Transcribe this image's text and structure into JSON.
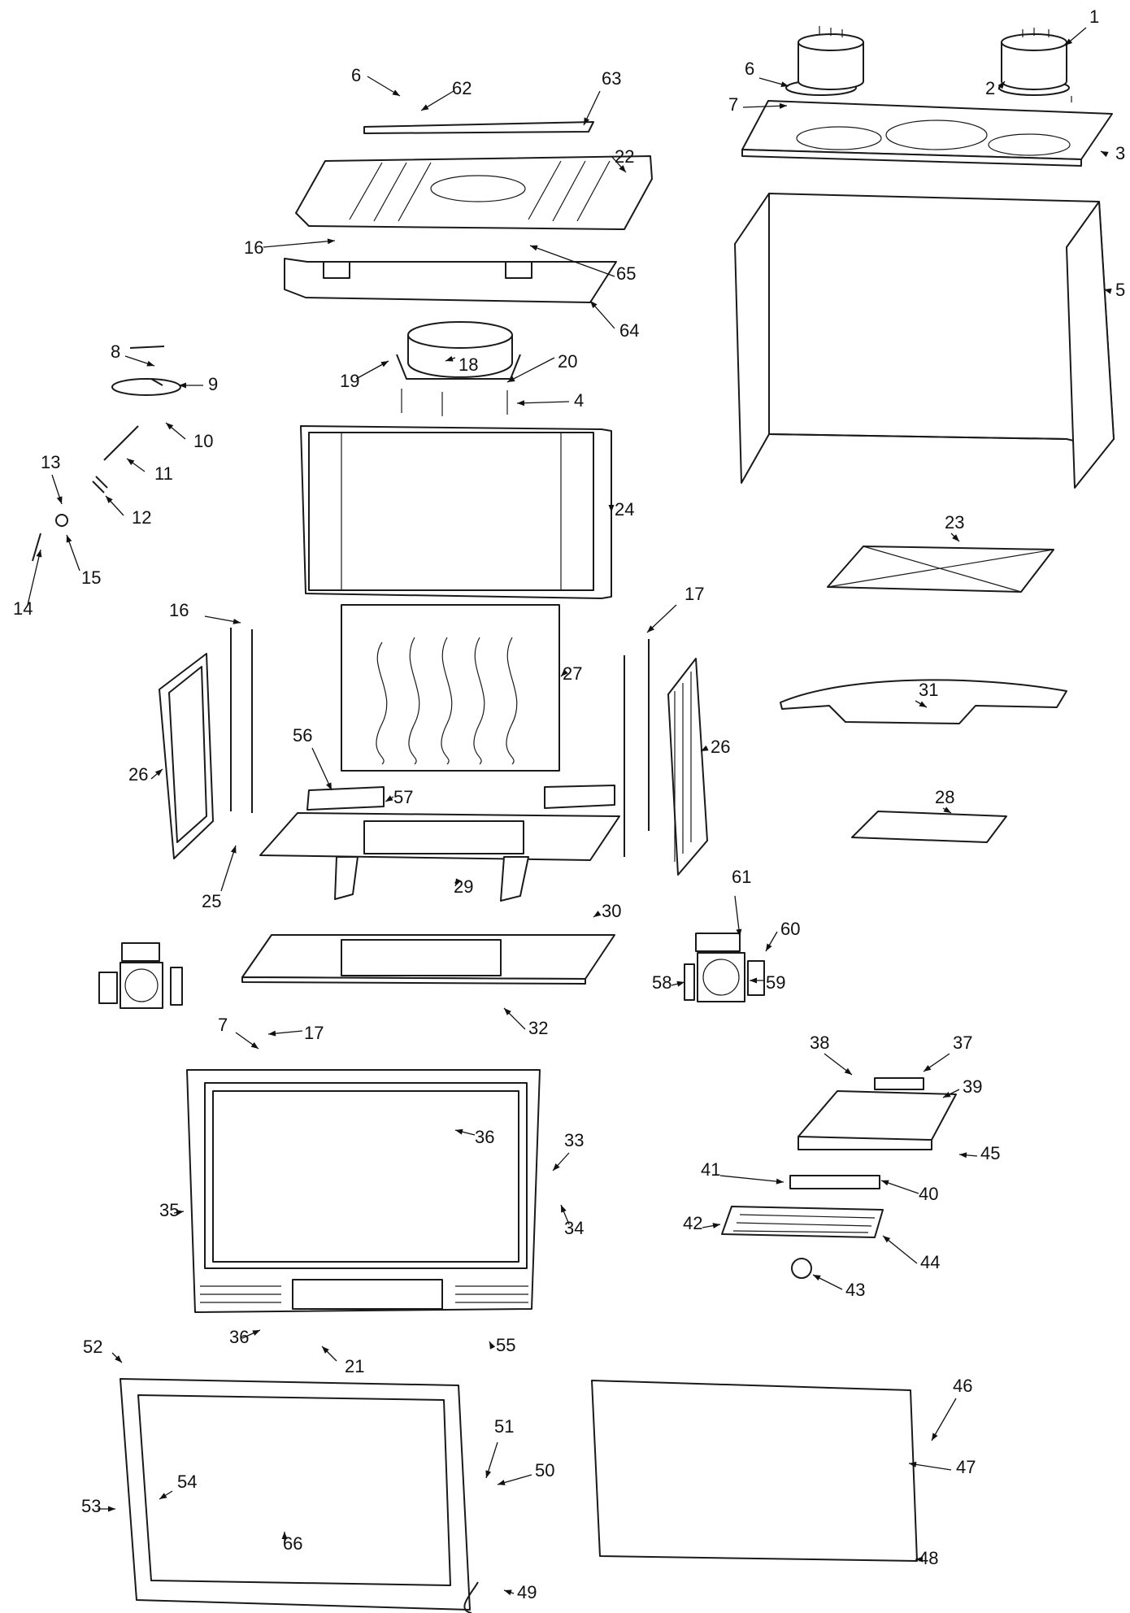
{
  "callouts": [
    {
      "label": "1"
    },
    {
      "label": "2"
    },
    {
      "label": "3"
    },
    {
      "label": "4"
    },
    {
      "label": "5"
    },
    {
      "label": "6"
    },
    {
      "label": "6"
    },
    {
      "label": "7"
    },
    {
      "label": "7"
    },
    {
      "label": "8"
    },
    {
      "label": "9"
    },
    {
      "label": "10"
    },
    {
      "label": "11"
    },
    {
      "label": "12"
    },
    {
      "label": "13"
    },
    {
      "label": "14"
    },
    {
      "label": "15"
    },
    {
      "label": "16"
    },
    {
      "label": "16"
    },
    {
      "label": "17"
    },
    {
      "label": "17"
    },
    {
      "label": "18"
    },
    {
      "label": "19"
    },
    {
      "label": "20"
    },
    {
      "label": "21"
    },
    {
      "label": "22"
    },
    {
      "label": "23"
    },
    {
      "label": "24"
    },
    {
      "label": "25"
    },
    {
      "label": "26"
    },
    {
      "label": "26"
    },
    {
      "label": "27"
    },
    {
      "label": "28"
    },
    {
      "label": "29"
    },
    {
      "label": "30"
    },
    {
      "label": "31"
    },
    {
      "label": "32"
    },
    {
      "label": "33"
    },
    {
      "label": "34"
    },
    {
      "label": "35"
    },
    {
      "label": "36"
    },
    {
      "label": "36"
    },
    {
      "label": "37"
    },
    {
      "label": "38"
    },
    {
      "label": "39"
    },
    {
      "label": "40"
    },
    {
      "label": "41"
    },
    {
      "label": "42"
    },
    {
      "label": "43"
    },
    {
      "label": "44"
    },
    {
      "label": "45"
    },
    {
      "label": "46"
    },
    {
      "label": "47"
    },
    {
      "label": "48"
    },
    {
      "label": "49"
    },
    {
      "label": "50"
    },
    {
      "label": "51"
    },
    {
      "label": "52"
    },
    {
      "label": "53"
    },
    {
      "label": "54"
    },
    {
      "label": "55"
    },
    {
      "label": "56"
    },
    {
      "label": "57"
    },
    {
      "label": "58"
    },
    {
      "label": "59"
    },
    {
      "label": "60"
    },
    {
      "label": "61"
    },
    {
      "label": "62"
    },
    {
      "label": "63"
    },
    {
      "label": "64"
    },
    {
      "label": "65"
    },
    {
      "label": "66"
    }
  ]
}
